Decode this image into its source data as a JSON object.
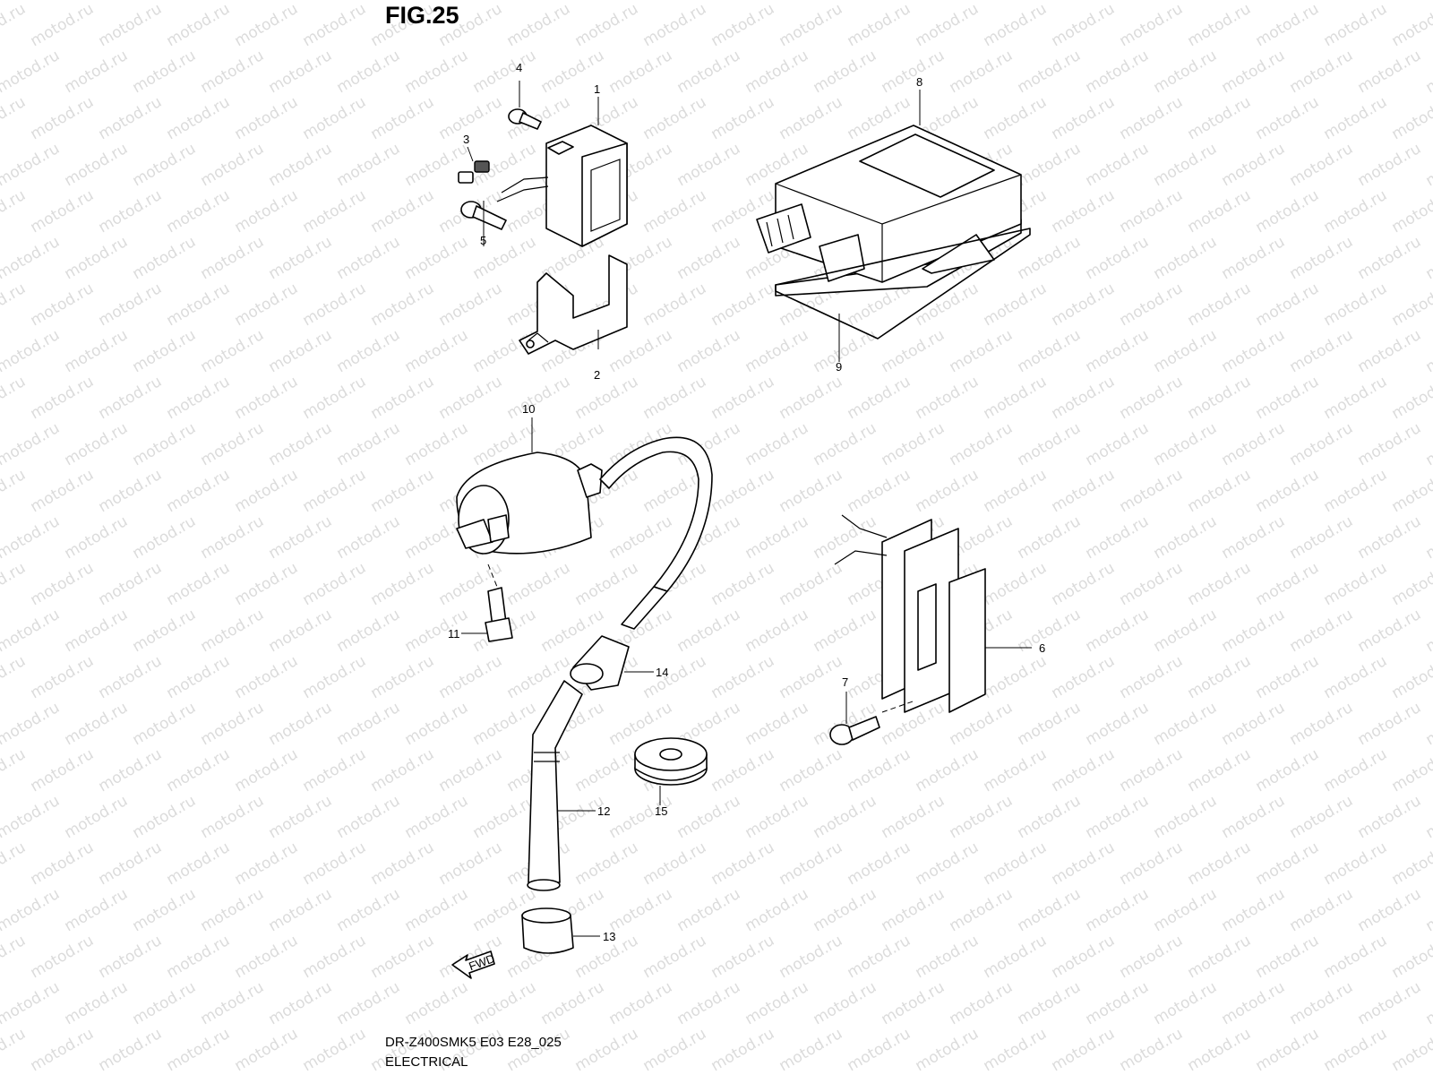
{
  "figure": {
    "title": "FIG.25",
    "model_code": "DR-Z400SMK5 E03 E28_025",
    "section_name": "ELECTRICAL"
  },
  "watermark": "motod.ru",
  "fwd_arrow_label": "FWD",
  "callouts": {
    "p1": "1",
    "p2": "2",
    "p3": "3",
    "p4": "4",
    "p5": "5",
    "p6": "6",
    "p7": "7",
    "p8": "8",
    "p9": "9",
    "p10": "10",
    "p11": "11",
    "p12": "12",
    "p13": "13",
    "p14": "14",
    "p15": "15"
  }
}
